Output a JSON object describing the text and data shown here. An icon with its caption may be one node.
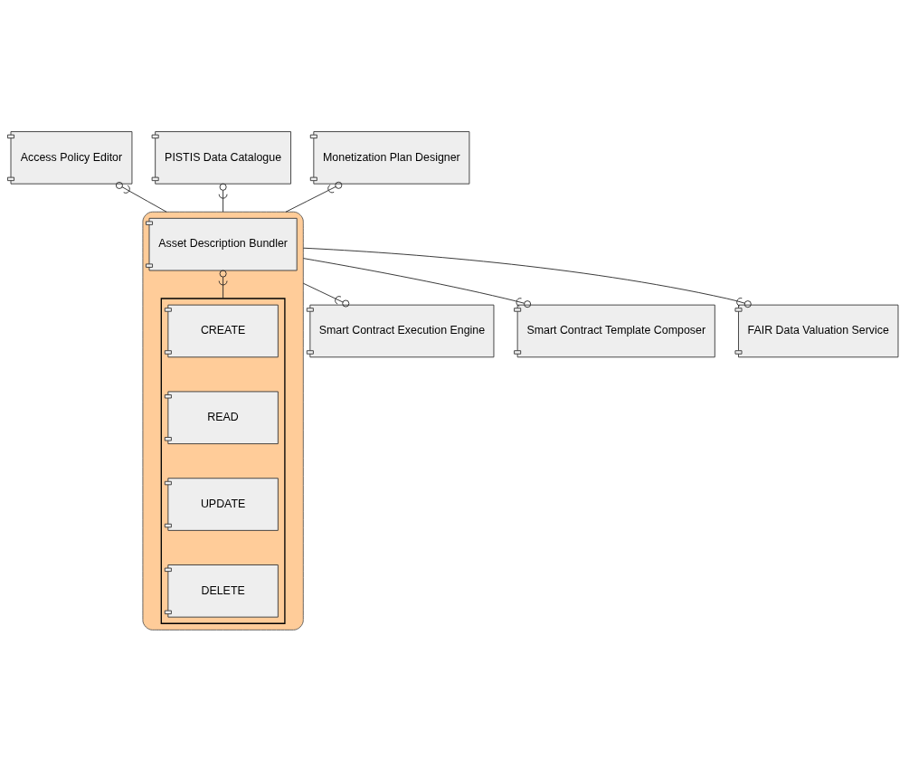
{
  "diagram": {
    "nodes": [
      {
        "text": [
          "Access Policy Editor"
        ]
      },
      {
        "text": [
          "PISTIS Data Catalogue"
        ]
      },
      {
        "text": [
          "Monetization Plan Designer"
        ]
      },
      {
        "text": [],
        "shape": "box"
      },
      {
        "text": [],
        "shape": "box",
        "in": 3
      },
      {
        "text": [
          "CREATE"
        ],
        "in": 4
      },
      {
        "text": [
          "READ"
        ],
        "in": 4
      },
      {
        "text": [
          "UPDATE"
        ],
        "in": 4
      },
      {
        "text": [
          "DELETE"
        ],
        "in": 4
      },
      {
        "text": [
          "Asset Description Bundler"
        ],
        "in": 3
      },
      {
        "text": [
          "Smart Contract Execution Engine"
        ]
      },
      {
        "text": [
          "Smart Contract Template Composer"
        ]
      },
      {
        "text": [
          "FAIR Data Valuation Service"
        ]
      }
    ],
    "edges": [
      {
        "from": 0,
        "to": 3,
        "arrow": "other"
      },
      {
        "from": 1,
        "to": 3,
        "arrow": "other"
      },
      {
        "from": 2,
        "to": 3,
        "arrow": "other"
      },
      {
        "from": 9,
        "to": 4,
        "arrow": "other"
      },
      {
        "from": 10,
        "to": 3,
        "arrow": "other"
      },
      {
        "from": 11,
        "to": 3,
        "arrow": "other"
      },
      {
        "from": 12,
        "to": 3,
        "arrow": "other"
      }
    ]
  }
}
